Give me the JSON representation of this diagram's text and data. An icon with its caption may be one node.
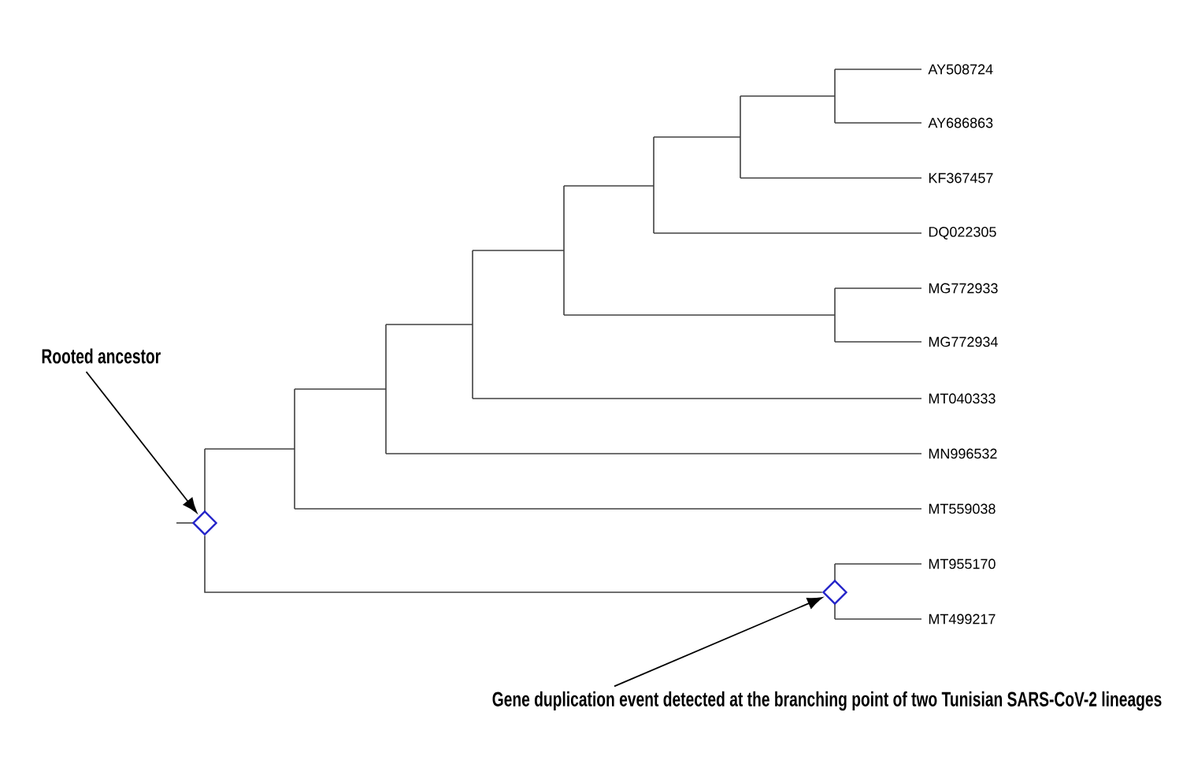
{
  "diagram": {
    "nodes": [
      {
        "text": [
          "Rooted ancestor"
        ]
      },
      {
        "text": [],
        "shape": "diamond"
      },
      {
        "text": [
          "Gene duplication event detected at the branching point of two Tunisian SARS-CoV-2 lineages"
        ]
      },
      {
        "text": [],
        "shape": "diamond"
      }
    ],
    "edges": [
      {
        "from": 0,
        "to": 1,
        "arrow": "to"
      },
      {
        "from": 2,
        "to": 3,
        "arrow": "to"
      },
      {
        "from": 1,
        "to": 3,
        "arrow": "none"
      }
    ],
    "labels": [
      "AY508724",
      "AY686863",
      "KF367457",
      "DQ022305",
      "MG772933",
      "MG772934",
      "MT040333",
      "MN996532",
      "MT559038",
      "MT955170",
      "MT499217"
    ]
  }
}
